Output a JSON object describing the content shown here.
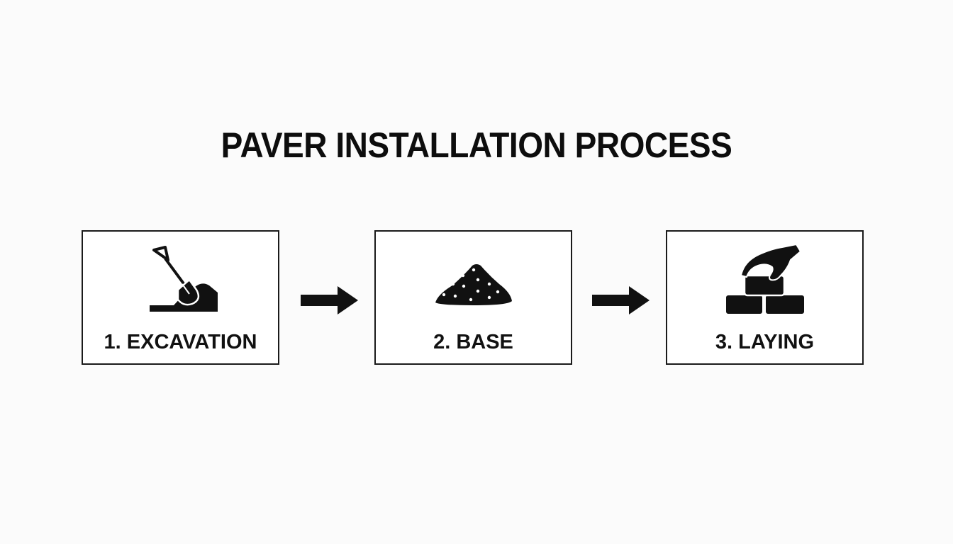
{
  "title": "PAVER INSTALLATION PROCESS",
  "steps": [
    {
      "label": "1. EXCAVATION",
      "icon": "shovel-digging-icon"
    },
    {
      "label": "2. BASE",
      "icon": "gravel-pile-icon"
    },
    {
      "label": "3. LAYING",
      "icon": "hand-placing-paver-icon"
    }
  ],
  "arrows": [
    "arrow-right-icon",
    "arrow-right-icon"
  ],
  "colors": {
    "ink": "#111111",
    "background": "#fbfbfb",
    "box_border": "#1a1a1a"
  }
}
